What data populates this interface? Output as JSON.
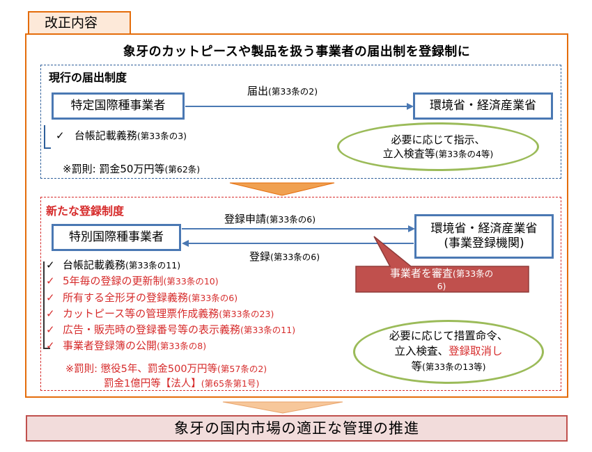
{
  "tab_label": "改正内容",
  "heading": "象牙のカットピースや製品を扱う事業者の届出制を登録制に",
  "current": {
    "title": "現行の届出制度",
    "left_entity": "特定国際種事業者",
    "right_entity": "環境省・経済産業省",
    "arrow_label": "届出",
    "arrow_label_note": "(第33条の2)",
    "duty": "台帳記載義務",
    "duty_note": "(第33条の3)",
    "penalty": "※罰則: 罰金50万円等",
    "penalty_note": "(第62条)",
    "authority_line1": "必要に応じて指示、",
    "authority_line2": "立入検査等",
    "authority_note": "(第33条の4等)"
  },
  "new": {
    "title": "新たな登録制度",
    "left_entity": "特別国際種事業者",
    "right_entity_line1": "環境省・経済産業省",
    "right_entity_line2": "(事業登録機関)",
    "apply_label": "登録申請",
    "apply_note": "(第33条の6)",
    "register_label": "登録",
    "register_note": "(第33条の6)",
    "callout_label": "事業者を審査",
    "callout_note_a": "(第33条の",
    "callout_note_b": "6)",
    "duties": [
      {
        "text": "台帳記載義務",
        "note": "(第33条の11)",
        "highlight": false
      },
      {
        "text": "5年毎の登録の更新制",
        "note": "(第33条の10)",
        "highlight": true
      },
      {
        "text": "所有する全形牙の登録義務",
        "note": "(第33条の6)",
        "highlight": true
      },
      {
        "text": "カットピース等の管理票作成義務",
        "note": "(第33条の23)",
        "highlight": true
      },
      {
        "text": "広告・販売時の登録番号等の表示義務",
        "note": "(第33条の11)",
        "highlight": true
      },
      {
        "text": "事業者登録簿の公開",
        "note": "(第33条の8)",
        "highlight": true
      }
    ],
    "check_mark": "✓",
    "penalty_line1": "※罰則: 懲役5年、罰金500万円等",
    "penalty_line1_note": "(第57条の2)",
    "penalty_line2": "罰金1億円等【法人】",
    "penalty_line2_note": "(第65条第1号)",
    "authority_line1": "必要に応じて措置命令、",
    "authority_line2a": "立入検査、",
    "authority_line2b": "登録取消し",
    "authority_line3": "等",
    "authority_note": "(第33条の13等)"
  },
  "result": "象牙の国内市場の適正な管理の推進",
  "colors": {
    "orange": "#e46c0a",
    "blue": "#4a78b3",
    "red": "#d62b2b",
    "green": "#9bbb59",
    "callout": "#c0504d"
  }
}
